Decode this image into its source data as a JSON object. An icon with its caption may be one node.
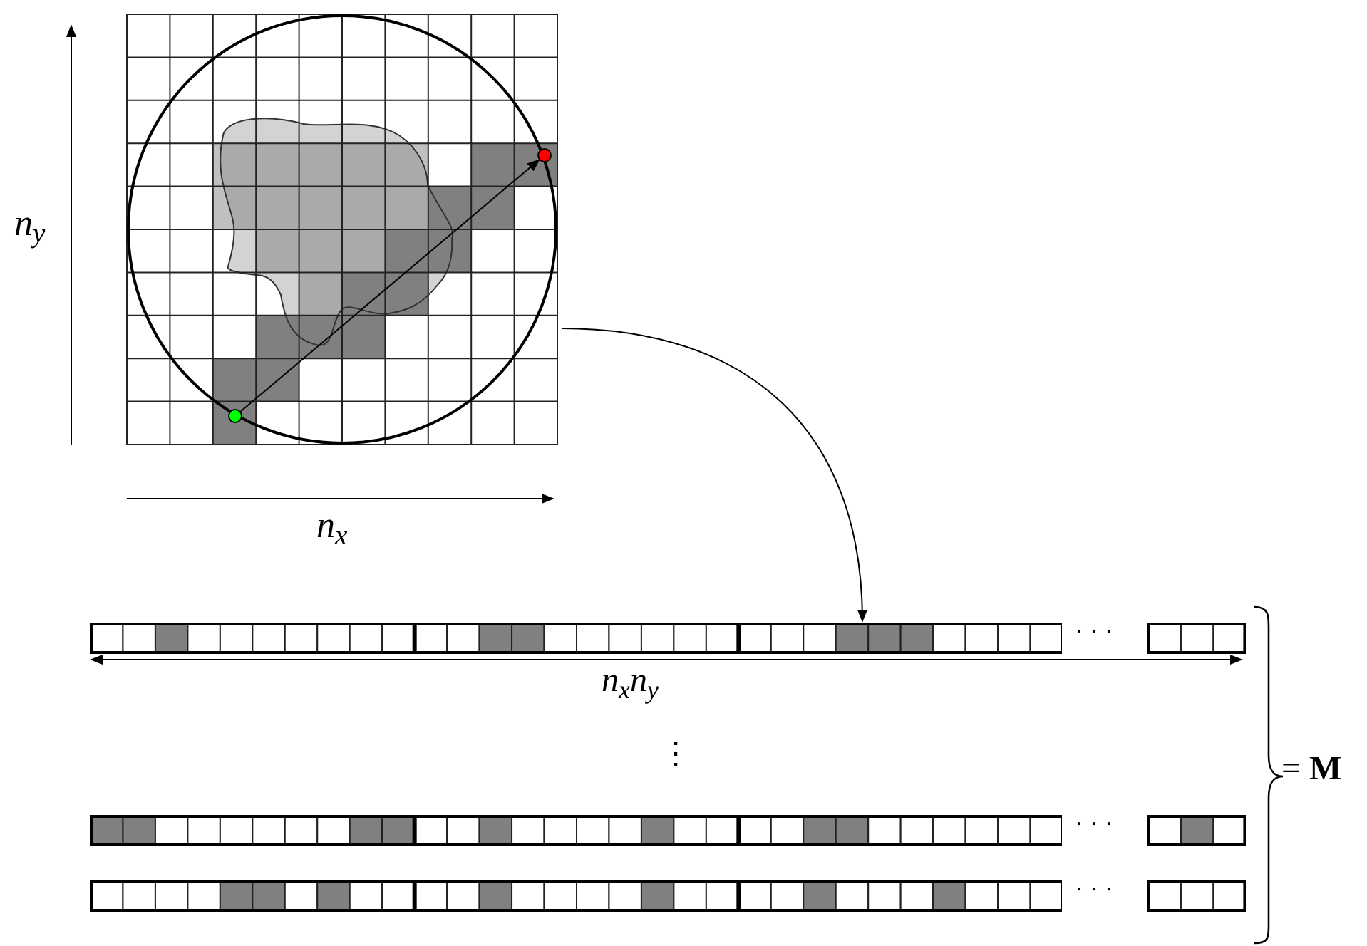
{
  "diagram": {
    "nodes": [
      {
        "text": [],
        "shape": "picture"
      },
      {
        "text": [],
        "shape": "circle",
        "in": 0
      },
      {
        "text": [],
        "shape": "circle",
        "in": 0
      },
      {
        "text": [],
        "shape": "bar"
      },
      {
        "text": [],
        "shape": "bar"
      },
      {
        "text": [],
        "shape": "bar"
      }
    ],
    "edges": [
      {
        "from": 1,
        "to": 2,
        "arrow": "to"
      },
      {
        "from": 0,
        "to": 3,
        "arrow": "to"
      }
    ],
    "labels": [
      "n$_{y}$",
      "n$_{x}$",
      "n$_{x}$n$_{y}$",
      "⋮",
      "· · ·",
      "· · ·",
      "· · ·",
      "= **M**"
    ]
  }
}
